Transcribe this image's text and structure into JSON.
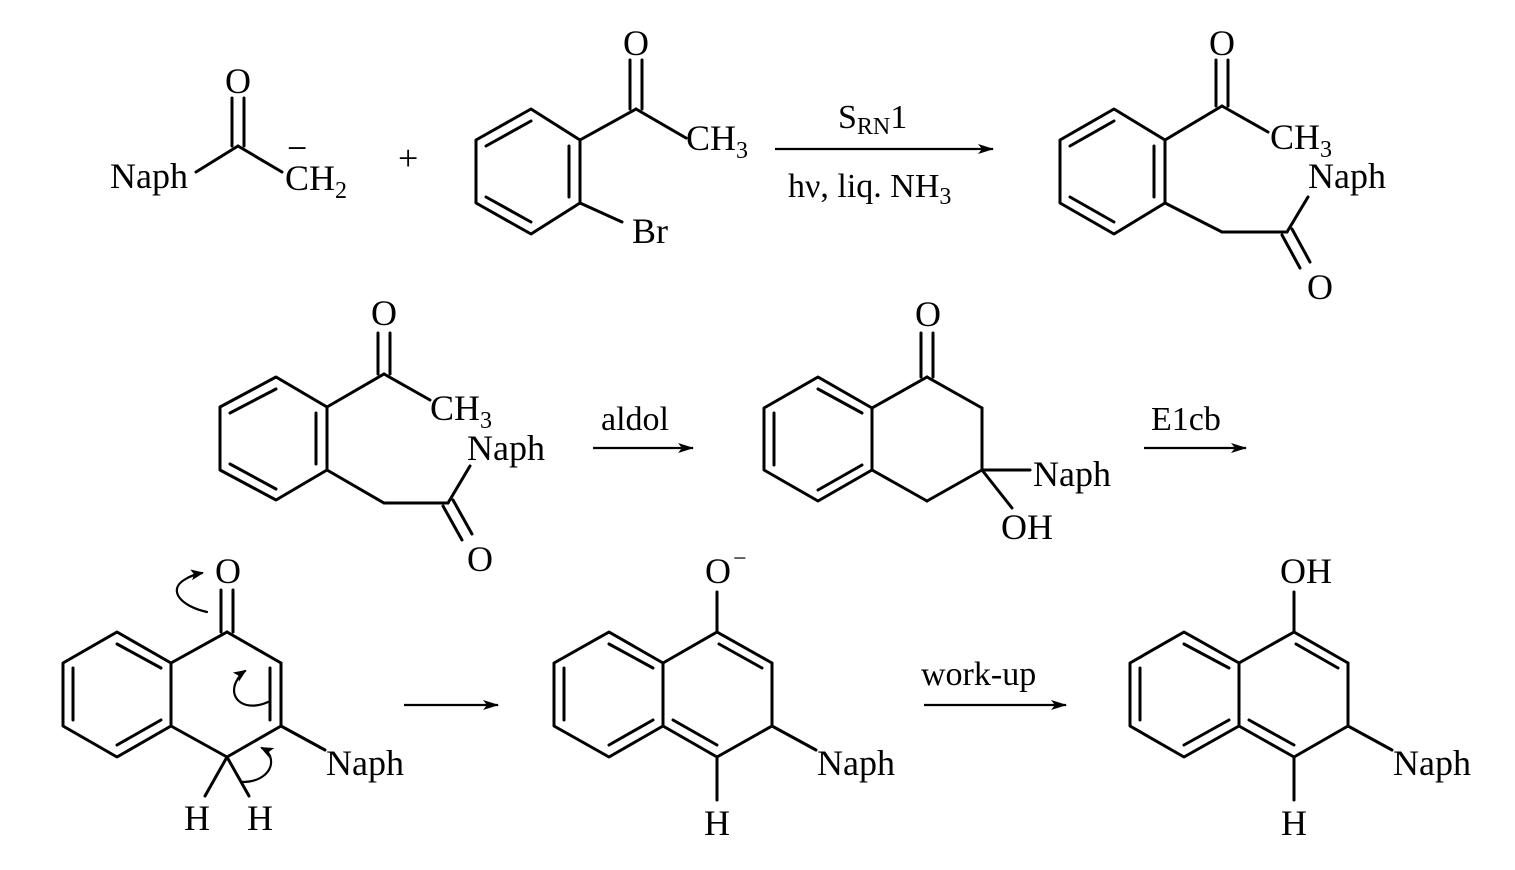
{
  "figure": {
    "background": "#ffffff",
    "ink": "#000000"
  },
  "row1": {
    "naph": "Naph",
    "o": "O",
    "minus": "−",
    "ch2_c": "CH",
    "ch2_sub": "2",
    "plus": "+",
    "ketone_o": "O",
    "ketone_ch": "CH",
    "ketone_sub": "3",
    "br": "Br",
    "arrow_top_s": "S",
    "arrow_top_sub": "RN",
    "arrow_top_1": "1",
    "arrow_bottom": "hν, liq. NH",
    "arrow_bottom_sub": "3",
    "prod_o1": "O",
    "prod_ch": "CH",
    "prod_sub": "3",
    "prod_naph": "Naph",
    "prod_o2": "O"
  },
  "row2": {
    "sm_o1": "O",
    "sm_ch": "CH",
    "sm_sub": "3",
    "sm_naph": "Naph",
    "sm_o2": "O",
    "arrow1": "aldol",
    "prod_o": "O",
    "prod_naph": "Naph",
    "prod_oh": "OH",
    "arrow2": "E1cb"
  },
  "row3": {
    "enone_o": "O",
    "enone_naph": "Naph",
    "enone_h1": "H",
    "enone_h2": "H",
    "phenoxide_o": "O",
    "phenoxide_charge": "−",
    "phenoxide_naph": "Naph",
    "phenoxide_h": "H",
    "workup": "work-up",
    "naphthol_oh": "OH",
    "naphthol_naph": "Naph",
    "naphthol_h": "H"
  }
}
